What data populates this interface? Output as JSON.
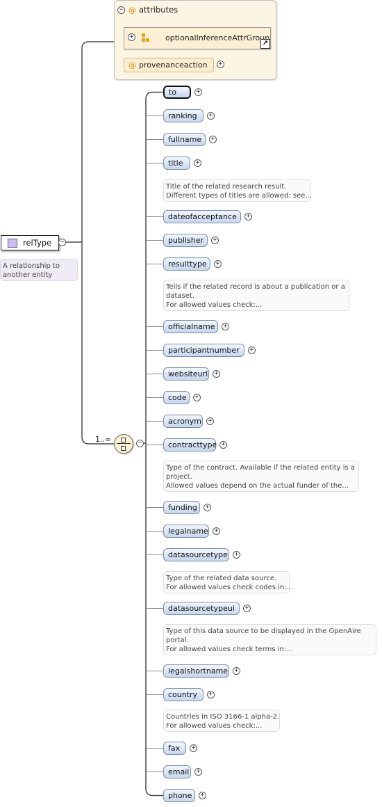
{
  "attributes": {
    "header_label": "attributes",
    "at_symbol": "@",
    "group_ref": "optionalInferenceAttrGroup",
    "attribute": "provenanceaction"
  },
  "root": {
    "label": "relType",
    "doc": [
      "A relationship to",
      "another entity"
    ]
  },
  "sequence": {
    "multiplicity": "1..∞"
  },
  "toggles": {
    "collapse": "−",
    "expand": "+"
  },
  "link_arrow": "↗",
  "elements": [
    {
      "name": "to"
    },
    {
      "name": "ranking"
    },
    {
      "name": "fullname"
    },
    {
      "name": "title",
      "doc": [
        "Title of the related research result.",
        "Different types of titles are allowed: see..."
      ]
    },
    {
      "name": "dateofacceptance"
    },
    {
      "name": "publisher"
    },
    {
      "name": "resulttype",
      "doc": [
        "Tells if the related record is about a publication or a",
        "dataset.",
        "For allowed values check:..."
      ]
    },
    {
      "name": "officialname"
    },
    {
      "name": "participantnumber"
    },
    {
      "name": "websiteurl"
    },
    {
      "name": "code"
    },
    {
      "name": "acronym"
    },
    {
      "name": "contracttype",
      "doc": [
        "Type of the contract. Available if the related entity is a",
        "project.",
        "Allowed values depend on the actual funder of the..."
      ]
    },
    {
      "name": "funding"
    },
    {
      "name": "legalname"
    },
    {
      "name": "datasourcetype",
      "doc": [
        "Type of the related data source.",
        "For allowed values check codes in:..."
      ]
    },
    {
      "name": "datasourcetypeui",
      "doc": [
        "Type of this data source to be displayed in the OpenAire",
        "portal.",
        "For allowed values check terms in:..."
      ]
    },
    {
      "name": "legalshortname"
    },
    {
      "name": "country",
      "doc": [
        "Countries in ISO 3166-1 alpha-2.",
        "For allowed values check:..."
      ]
    },
    {
      "name": "fax"
    },
    {
      "name": "email"
    },
    {
      "name": "phone"
    }
  ]
}
